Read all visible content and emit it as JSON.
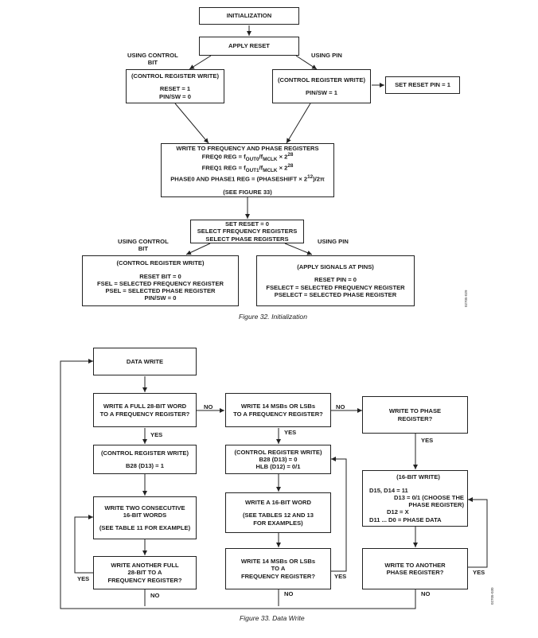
{
  "figure32": {
    "caption": "Figure 32. Initialization",
    "id_code": "02705-029",
    "initialization": "INITIALIZATION",
    "apply_reset": "APPLY RESET",
    "label_using_control_bit": [
      "USING CONTROL",
      "BIT"
    ],
    "label_using_pin": "USING PIN",
    "ctrl_reg_write": [
      "(CONTROL REGISTER WRITE)",
      "",
      "RESET = 1",
      "PIN/SW = 0"
    ],
    "ctrl_reg_write_pin": [
      "(CONTROL REGISTER WRITE)",
      "",
      "PIN/SW = 1"
    ],
    "set_reset_pin": "SET RESET PIN = 1",
    "write_freq_phase": {
      "line1": "WRITE TO FREQUENCY AND PHASE REGISTERS",
      "freq0_prefix": "FREQ0 REG = f",
      "freq0_sub1": "OUT0",
      "freq0_mid": "/f",
      "freq0_sub2": "MCLK",
      "freq0_suffix": " × 2",
      "freq0_exp": "28",
      "freq1_prefix": "FREQ1 REG = f",
      "freq1_sub1": "OUT1",
      "freq1_mid": "/f",
      "freq1_sub2": "MCLK",
      "freq1_suffix": " × 2",
      "freq1_exp": "28",
      "phase_prefix": "PHASE0 AND PHASE1 REG = (PHASESHIFT × 2",
      "phase_exp": "12",
      "phase_suffix": ")/2π",
      "see": "(SEE FIGURE 33)"
    },
    "set_reset_0": [
      "SET RESET = 0",
      "SELECT FREQUENCY REGISTERS",
      "SELECT PHASE REGISTERS"
    ],
    "label_using_control_bit2": [
      "USING CONTROL",
      "BIT"
    ],
    "label_using_pin2": "USING PIN",
    "ctrl_reg_write2": [
      "(CONTROL REGISTER WRITE)",
      "",
      "RESET BIT = 0",
      "FSEL = SELECTED FREQUENCY REGISTER",
      "PSEL = SELECTED PHASE REGISTER",
      "PIN/SW = 0"
    ],
    "apply_signals": [
      "(APPLY SIGNALS AT PINS)",
      "",
      "RESET PIN = 0",
      "FSELECT = SELECTED FREQUENCY REGISTER",
      "PSELECT = SELECTED PHASE REGISTER"
    ]
  },
  "figure33": {
    "caption": "Figure 33. Data Write",
    "id_code": "02705-030",
    "data_write": "DATA WRITE",
    "q_full28": [
      "WRITE A FULL 28-BIT WORD",
      "TO A FREQUENCY REGISTER?"
    ],
    "ctrl_b28_1": [
      "(CONTROL REGISTER WRITE)",
      "",
      "B28 (D13) = 1"
    ],
    "write_two": [
      "WRITE TWO CONSECUTIVE",
      "16-BIT WORDS",
      "",
      "(SEE TABLE 11 FOR EXAMPLE)"
    ],
    "q_another_full": [
      "WRITE ANOTHER FULL",
      "28-BIT TO A",
      "FREQUENCY REGISTER?"
    ],
    "q_14msb": [
      "WRITE 14 MSBs OR LSBs",
      "TO A FREQUENCY REGISTER?"
    ],
    "ctrl_b28_0": [
      "(CONTROL REGISTER WRITE)",
      "B28 (D13) = 0",
      "HLB (D12) = 0/1"
    ],
    "write_16bit": [
      "WRITE A 16-BIT WORD",
      "",
      "(SEE TABLES 12 AND 13",
      "FOR EXAMPLES)"
    ],
    "q_14msb_again": [
      "WRITE 14 MSBs OR LSBs",
      "TO A",
      "FREQUENCY REGISTER?"
    ],
    "q_phase": [
      "WRITE TO PHASE",
      "REGISTER?"
    ],
    "phase_write": [
      "(16-BIT WRITE)",
      "",
      "D15, D14 = 11",
      "D13 = 0/1 (CHOOSE THE",
      "PHASE REGISTER)",
      "D12 = X",
      "D11 ... D0 = PHASE DATA"
    ],
    "q_another_phase": [
      "WRITE TO ANOTHER",
      "PHASE REGISTER?"
    ],
    "yes": "YES",
    "no": "NO"
  }
}
